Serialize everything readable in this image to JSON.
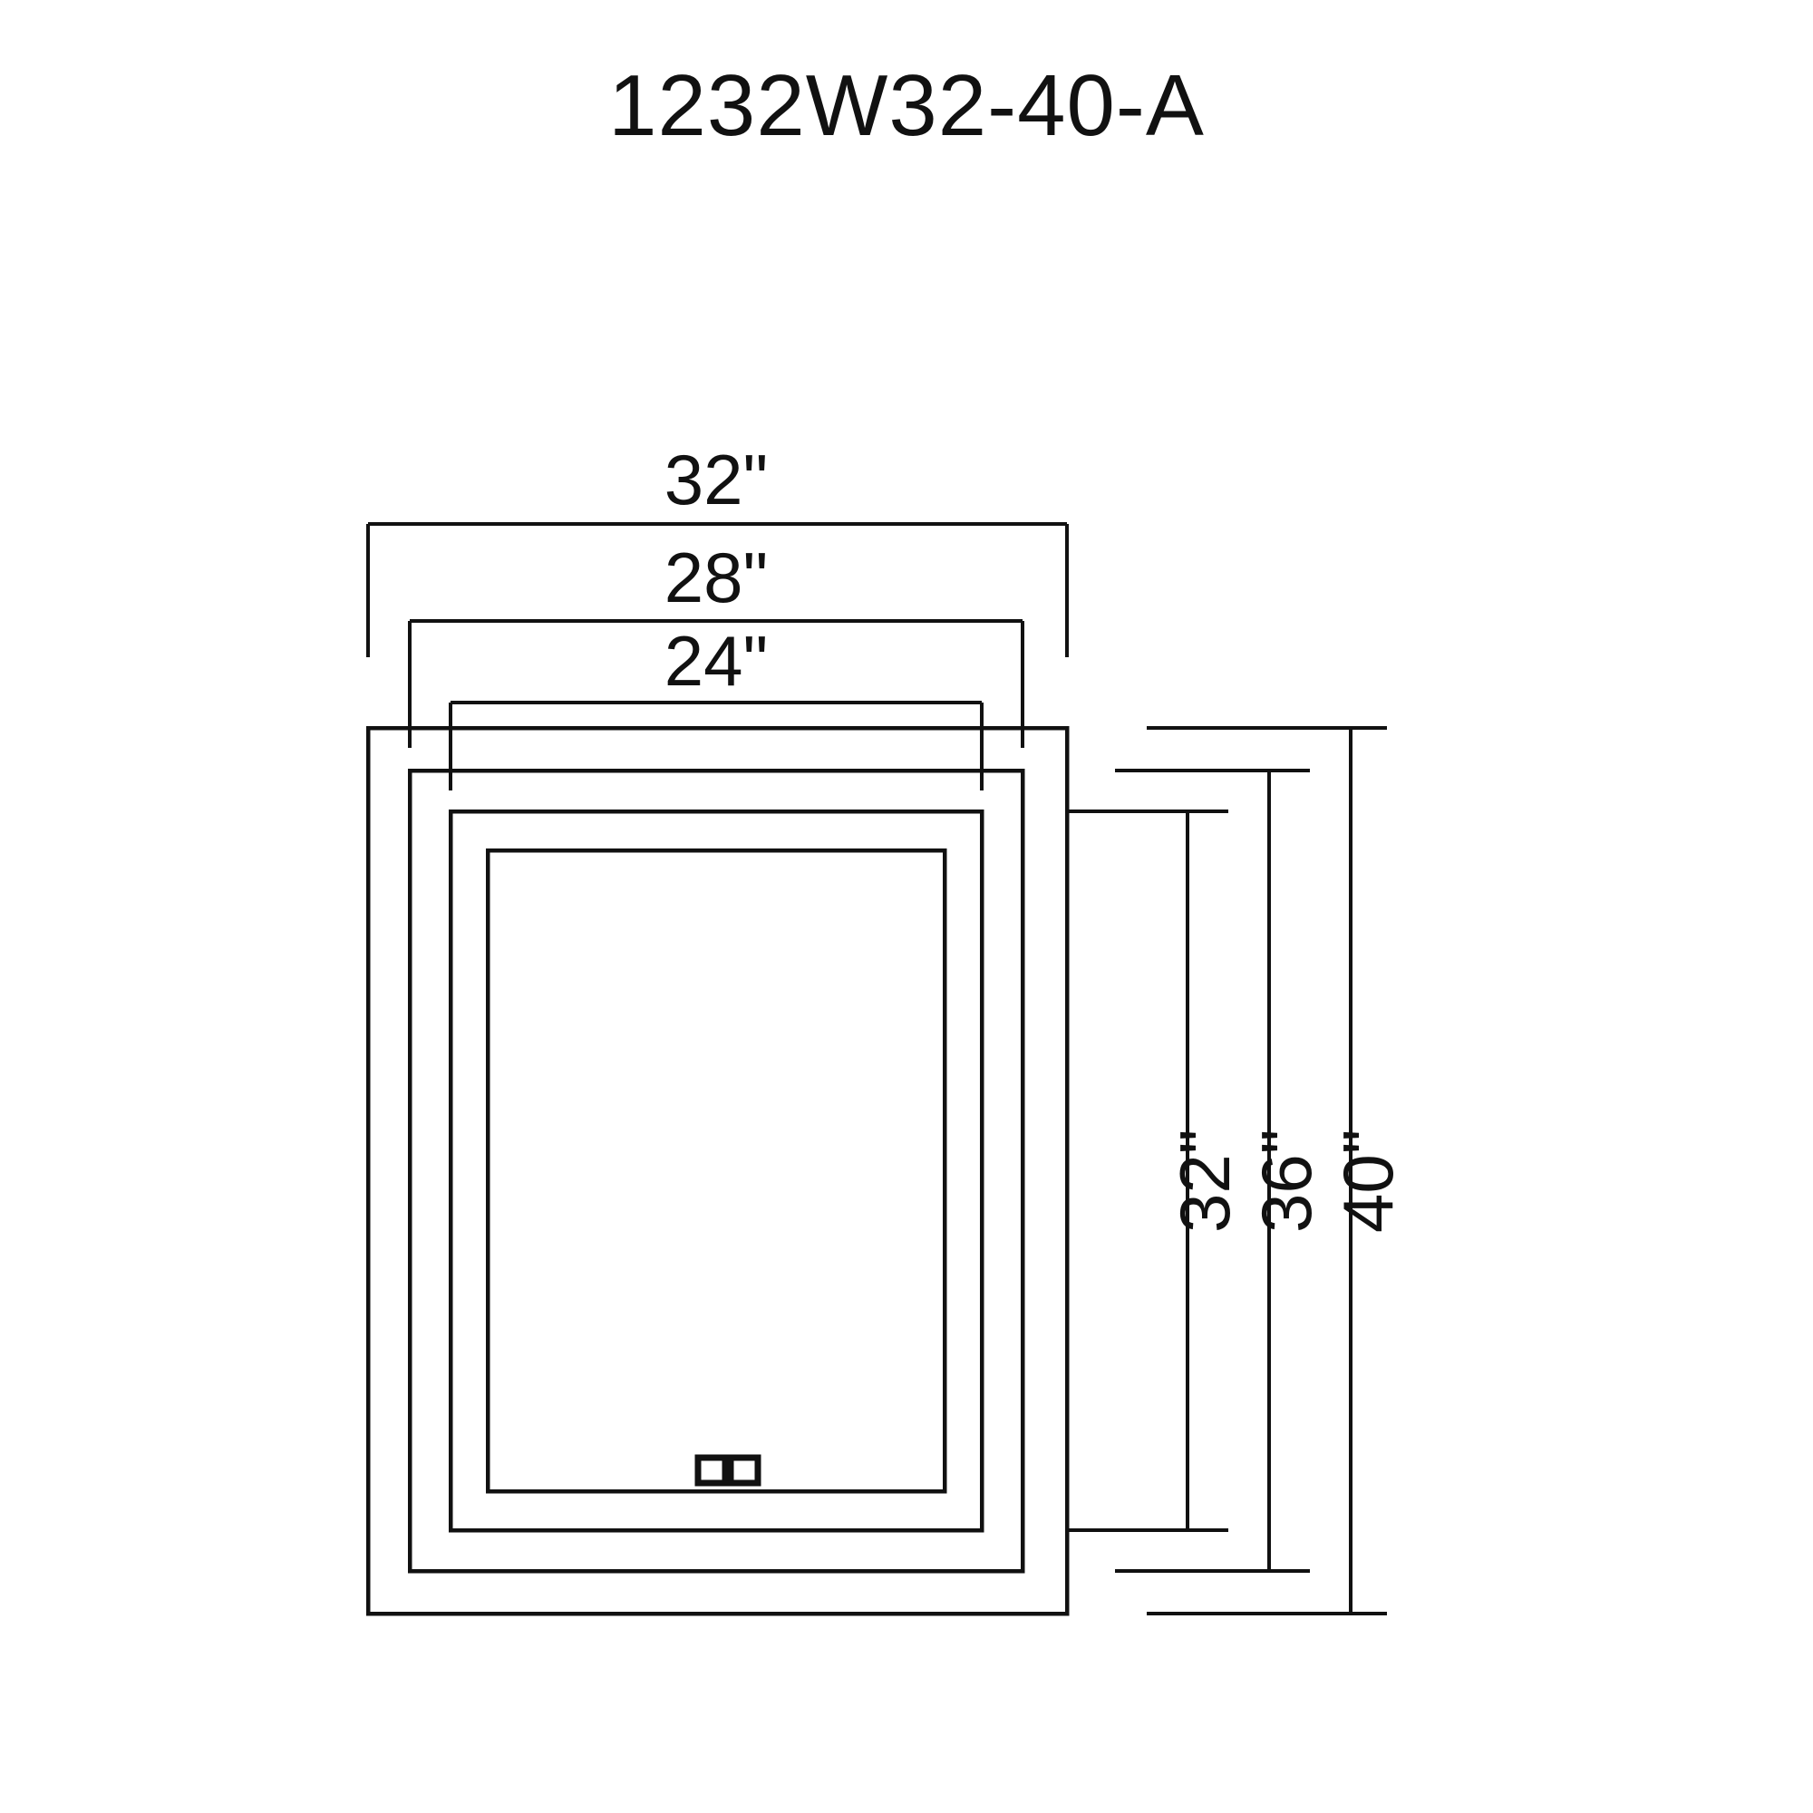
{
  "title": "1232W32-40-A",
  "drawing": {
    "type": "dimensioned-elevation",
    "units": "inches",
    "unit_symbol": "\"",
    "description": "Nested rectangular LED mirror outlines showing three size variants with width and height dimension lines",
    "horizontal_dimensions": [
      {
        "id": "width-32",
        "label": "32\"",
        "value": 32
      },
      {
        "id": "width-28",
        "label": "28\"",
        "value": 28
      },
      {
        "id": "width-24",
        "label": "24\"",
        "value": 24
      }
    ],
    "vertical_dimensions": [
      {
        "id": "height-32",
        "label": "32\"",
        "value": 32
      },
      {
        "id": "height-36",
        "label": "36\"",
        "value": 36
      },
      {
        "id": "height-40",
        "label": "40\"",
        "value": 40
      }
    ],
    "variants": [
      {
        "id": "variant-24x32",
        "width": 24,
        "height": 32,
        "label": "24\" x 32\""
      },
      {
        "id": "variant-28x36",
        "width": 28,
        "height": 36,
        "label": "28\" x 36\""
      },
      {
        "id": "variant-32x40",
        "width": 32,
        "height": 40,
        "label": "32\" x 40\""
      }
    ],
    "touch_control": {
      "id": "touch-sensor",
      "button_count": 2,
      "label": ""
    },
    "colors": {
      "line": "#111111",
      "background": "#ffffff",
      "text": "#111111"
    },
    "line_weight": "4px"
  }
}
